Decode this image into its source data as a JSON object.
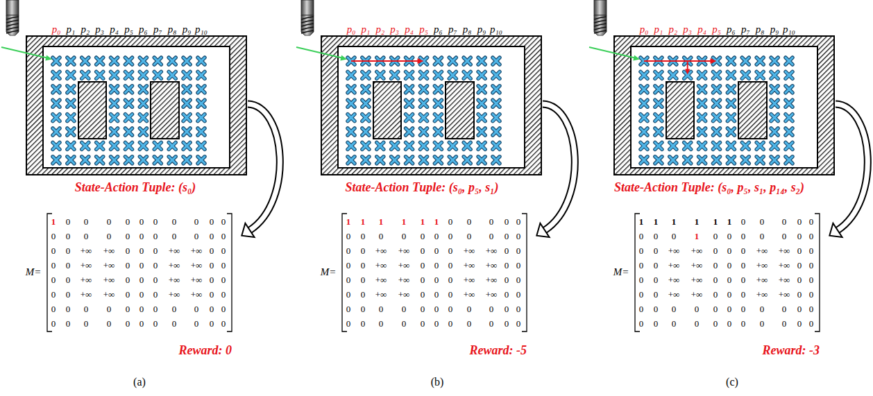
{
  "diagram": {
    "labels": [
      "p₀",
      "p₁",
      "p₂",
      "p₃",
      "p₄",
      "p₅",
      "p₆",
      "p₇",
      "p₈",
      "p₉",
      "p₁₀",
      "State-Action Tuple: (s₀)",
      "M=",
      "1",
      "0",
      "0",
      "0",
      "0",
      "0",
      "0",
      "0",
      "0",
      "0",
      "0",
      "0",
      "0",
      "0",
      "0",
      "0",
      "0",
      "0",
      "0",
      "0",
      "0",
      "0",
      "0",
      "0",
      "+∞",
      "+∞",
      "0",
      "0",
      "0",
      "+∞",
      "+∞",
      "0",
      "0",
      "0",
      "0",
      "+∞",
      "+∞",
      "0",
      "0",
      "0",
      "+∞",
      "+∞",
      "0",
      "0",
      "0",
      "0",
      "+∞",
      "+∞",
      "0",
      "0",
      "0",
      "+∞",
      "+∞",
      "0",
      "0",
      "0",
      "0",
      "+∞",
      "+∞",
      "0",
      "0",
      "0",
      "+∞",
      "+∞",
      "0",
      "0",
      "0",
      "0",
      "0",
      "0",
      "0",
      "0",
      "0",
      "0",
      "0",
      "0",
      "0",
      "0",
      "0",
      "0",
      "0",
      "0",
      "0",
      "0",
      "0",
      "0",
      "0",
      "0",
      "Reward: 0",
      "(a)",
      "p₀",
      "p₁",
      "p₂",
      "p₃",
      "p₄",
      "p₅",
      "p₆",
      "p₇",
      "p₈",
      "p₉",
      "p₁₀",
      "State-Action Tuple: (s₀, p₅, s₁)",
      "M=",
      "1",
      "1",
      "1",
      "1",
      "1",
      "1",
      "0",
      "0",
      "0",
      "0",
      "0",
      "0",
      "0",
      "0",
      "0",
      "0",
      "0",
      "0",
      "0",
      "0",
      "0",
      "0",
      "0",
      "0",
      "+∞",
      "+∞",
      "0",
      "0",
      "0",
      "+∞",
      "+∞",
      "0",
      "0",
      "0",
      "0",
      "+∞",
      "+∞",
      "0",
      "0",
      "0",
      "+∞",
      "+∞",
      "0",
      "0",
      "0",
      "0",
      "+∞",
      "+∞",
      "0",
      "0",
      "0",
      "+∞",
      "+∞",
      "0",
      "0",
      "0",
      "0",
      "+∞",
      "+∞",
      "0",
      "0",
      "0",
      "+∞",
      "+∞",
      "0",
      "0",
      "0",
      "0",
      "0",
      "0",
      "0",
      "0",
      "0",
      "0",
      "0",
      "0",
      "0",
      "0",
      "0",
      "0",
      "0",
      "0",
      "0",
      "0",
      "0",
      "0",
      "0",
      "0",
      "Reward: -5",
      "(b)",
      "p₀",
      "p₁",
      "p₂",
      "p₃",
      "p₄",
      "p₅",
      "p₆",
      "p₇",
      "p₈",
      "p₉",
      "p₁₀",
      "State-Action Tuple: (s₀, p₅, s₁, p₁₄, s₂)",
      "M=",
      "1",
      "1",
      "1",
      "1",
      "1",
      "1",
      "0",
      "0",
      "0",
      "0",
      "0",
      "0",
      "0",
      "0",
      "1",
      "0",
      "0",
      "0",
      "0",
      "0",
      "0",
      "0",
      "0",
      "0",
      "+∞",
      "+∞",
      "0",
      "0",
      "0",
      "+∞",
      "+∞",
      "0",
      "0",
      "0",
      "0",
      "+∞",
      "+∞",
      "0",
      "0",
      "0",
      "+∞",
      "+∞",
      "0",
      "0",
      "0",
      "0",
      "+∞",
      "+∞",
      "0",
      "0",
      "0",
      "+∞",
      "+∞",
      "0",
      "0",
      "0",
      "0",
      "+∞",
      "+∞",
      "0",
      "0",
      "0",
      "+∞",
      "+∞",
      "0",
      "0",
      "0",
      "0",
      "0",
      "0",
      "0",
      "0",
      "0",
      "0",
      "0",
      "0",
      "0",
      "0",
      "0",
      "0",
      "0",
      "0",
      "0",
      "0",
      "0",
      "0",
      "0",
      "0",
      "Reward: -3",
      "(c)"
    ]
  }
}
